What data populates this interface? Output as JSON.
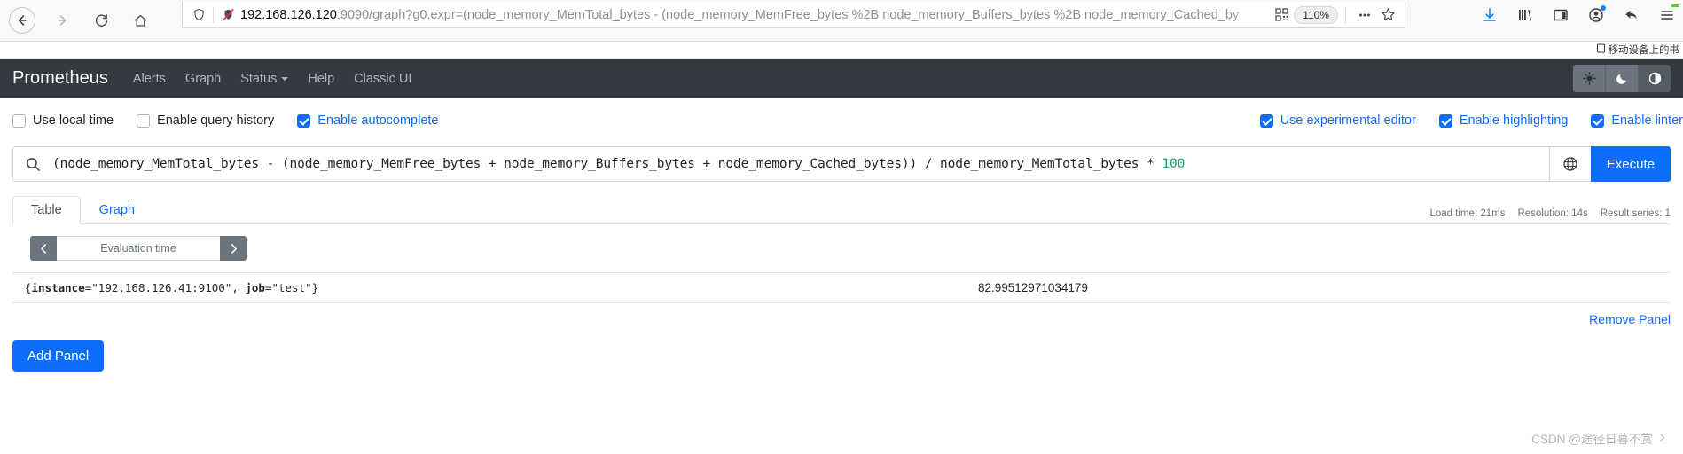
{
  "browser": {
    "nav": {
      "back_icon": "arrow-left-icon",
      "forward_icon": "arrow-right-icon",
      "reload_icon": "reload-icon",
      "home_icon": "home-icon"
    },
    "url": {
      "shield_icon": "shield-icon",
      "tracking_icon": "tracking-protection-off-icon",
      "host": "192.168.126.120",
      "rest": ":9090/graph?g0.expr=(node_memory_MemTotal_bytes - (node_memory_MemFree_bytes %2B node_memory_Buffers_bytes %2B node_memory_Cached_by",
      "qr_icon": "qr-code-icon",
      "zoom_level": "110%",
      "more_icon": "ellipsis-icon",
      "bookmark_icon": "star-icon"
    },
    "toolbar": {
      "download_icon": "download-icon",
      "library_icon": "library-icon",
      "sidebar_icon": "sidebar-icon",
      "account_icon": "account-icon",
      "sync_icon": "back-arrow-icon",
      "menu_icon": "hamburger-menu-icon"
    },
    "bookmark_bar": {
      "item_label": "移动设备上的书",
      "item_icon": "device-icon"
    }
  },
  "navbar": {
    "brand": "Prometheus",
    "links": [
      {
        "label": "Alerts",
        "caret": false
      },
      {
        "label": "Graph",
        "caret": false
      },
      {
        "label": "Status",
        "caret": true
      },
      {
        "label": "Help",
        "caret": false
      },
      {
        "label": "Classic UI",
        "caret": false
      }
    ],
    "theme": {
      "light_icon": "sun-icon",
      "dark_icon": "moon-icon",
      "auto_icon": "half-circle-icon"
    }
  },
  "options": {
    "left": [
      {
        "label": "Use local time",
        "checked": false
      },
      {
        "label": "Enable query history",
        "checked": false
      },
      {
        "label": "Enable autocomplete",
        "checked": true
      }
    ],
    "right": [
      {
        "label": "Use experimental editor",
        "checked": true
      },
      {
        "label": "Enable highlighting",
        "checked": true
      },
      {
        "label": "Enable linter",
        "checked": true
      }
    ]
  },
  "query": {
    "search_icon": "search-icon",
    "expression_main": "(node_memory_MemTotal_bytes - (node_memory_MemFree_bytes + node_memory_Buffers_bytes + node_memory_Cached_bytes)) / node_memory_MemTotal_bytes * ",
    "expression_number": "100",
    "globe_icon": "metric-explorer-globe-icon",
    "execute_label": "Execute"
  },
  "panel": {
    "tabs": [
      {
        "label": "Table",
        "active": true
      },
      {
        "label": "Graph",
        "active": false
      }
    ],
    "meta": [
      "Load time: 21ms",
      "Resolution: 14s",
      "Result series: 1"
    ],
    "eval": {
      "prev_icon": "chevron-left-icon",
      "placeholder": "Evaluation time",
      "next_icon": "chevron-right-icon"
    },
    "results": [
      {
        "metric_prefix": "{",
        "label1_key": "instance",
        "label1_value": "=\"192.168.126.41:9100\", ",
        "label2_key": "job",
        "label2_value": "=\"test\"}",
        "value": "82.99512971034179"
      }
    ],
    "remove_panel_label": "Remove Panel"
  },
  "footer": {
    "add_panel_label": "Add Panel",
    "watermark": "CSDN @途径日暮不赏"
  }
}
